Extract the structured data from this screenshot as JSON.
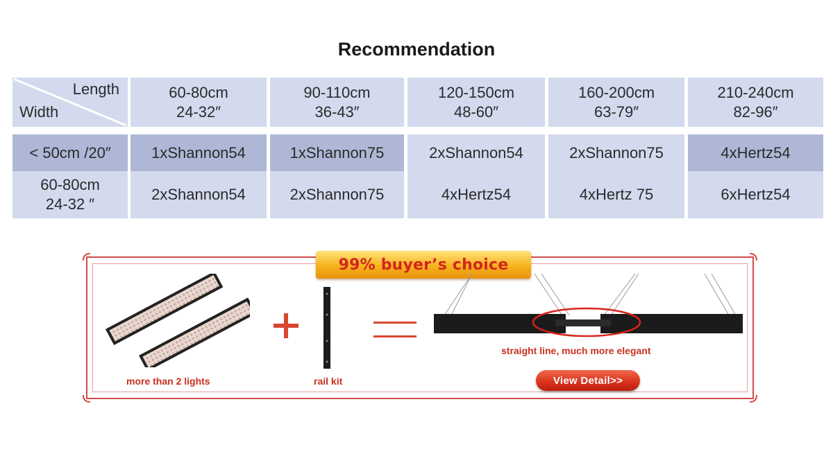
{
  "title": "Recommendation",
  "table": {
    "corner_top": "Length",
    "corner_bottom": "Width",
    "columns": [
      {
        "cm": "60-80cm",
        "inch": "24-32″"
      },
      {
        "cm": "90-110cm",
        "inch": "36-43″"
      },
      {
        "cm": "120-150cm",
        "inch": "48-60″"
      },
      {
        "cm": "160-200cm",
        "inch": "63-79″"
      },
      {
        "cm": "210-240cm",
        "inch": "82-96″"
      }
    ],
    "rows": [
      {
        "label": "< 50cm /20″",
        "label_line2": "",
        "cells": [
          "1xShannon54",
          "1xShannon75",
          "2xShannon54",
          "2xShannon75",
          "4xHertz54"
        ]
      },
      {
        "label": "60-80cm",
        "label_line2": "24-32 ″",
        "cells": [
          "2xShannon54",
          "2xShannon75",
          "4xHertz54",
          "4xHertz 75",
          "6xHertz54"
        ]
      }
    ]
  },
  "banner": {
    "badge": "99% buyer’s choice",
    "lights_caption": "more than 2 lights",
    "rail_caption": "rail kit",
    "result_caption": "straight line, much more elegant",
    "button_label": "View Detail>>"
  },
  "colors": {
    "header_bg": "#d3daee",
    "row_dark_bg": "#aeb8d6",
    "accent_red": "#d2261d",
    "badge_gold": "#f7b21e"
  }
}
